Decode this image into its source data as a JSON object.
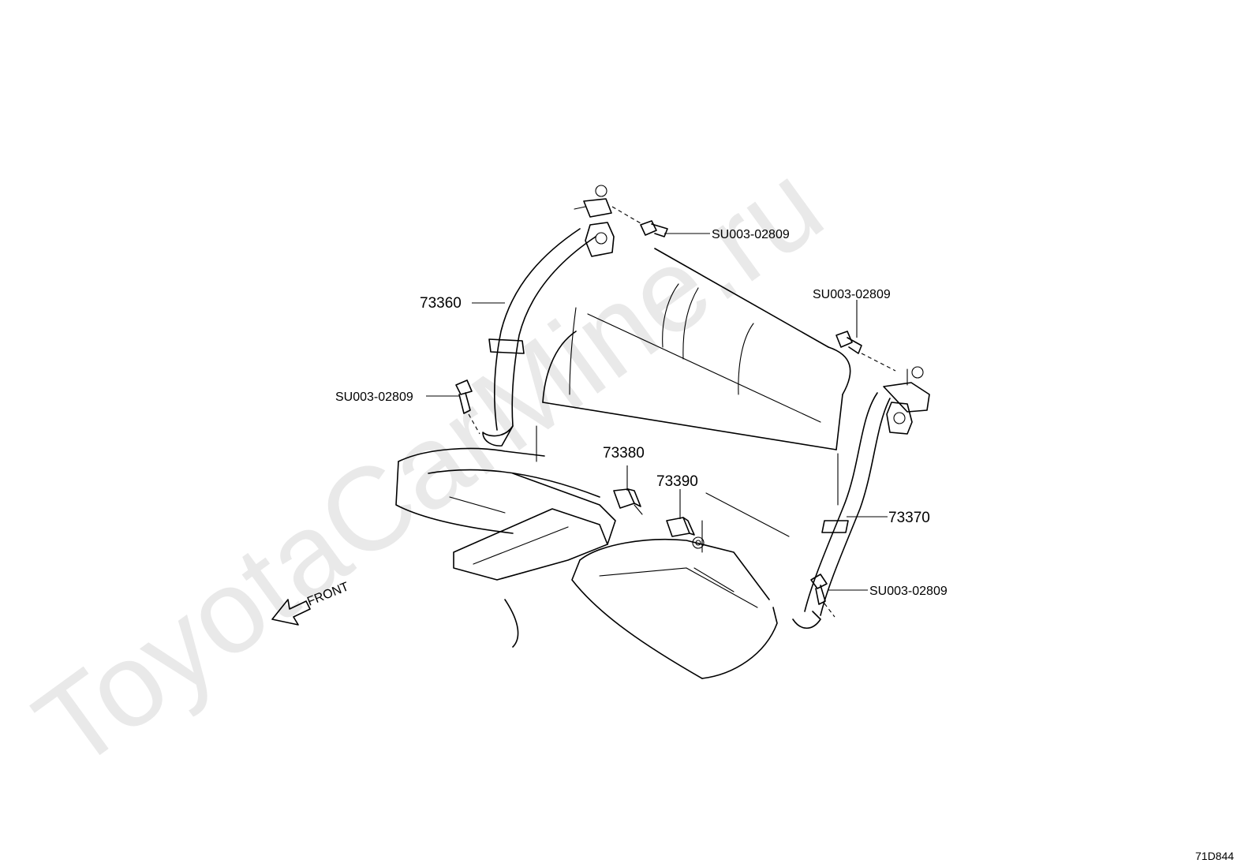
{
  "watermark": "ToyotaCarMine.ru",
  "direction_label": "FRONT",
  "diagram_ref": "71D844",
  "callouts": {
    "shoulder_belt_left": "73360",
    "shoulder_belt_right": "73370",
    "buckle_left": "73380",
    "buckle_right": "73390"
  },
  "bolts": {
    "top_left": "SU003-02809",
    "top_right": "SU003-02809",
    "lower_left": "SU003-02809",
    "lower_right": "SU003-02809"
  }
}
